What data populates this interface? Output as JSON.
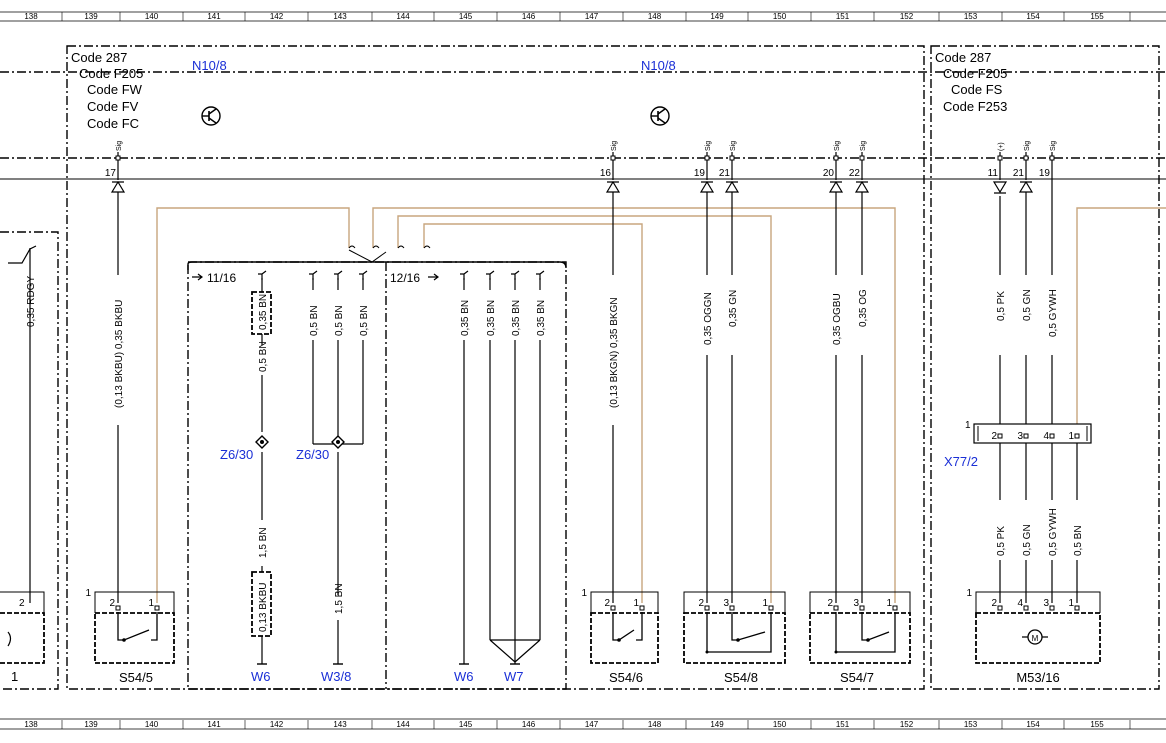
{
  "ruler": {
    "columns": [
      "138",
      "139",
      "140",
      "141",
      "142",
      "143",
      "144",
      "145",
      "146",
      "147",
      "148",
      "149",
      "150",
      "151",
      "152",
      "153",
      "154",
      "155"
    ]
  },
  "left_module": {
    "codes": [
      "Code 287",
      "Code F205",
      "Code FW",
      "Code FV",
      "Code FC"
    ],
    "label_left": "N10/8",
    "label_right": "N10/8"
  },
  "right_module": {
    "codes": [
      "Code 287",
      "Code F205",
      "Code FS",
      "Code F253"
    ]
  },
  "pins_top": {
    "p17": {
      "num": "17",
      "sig": "Sig"
    },
    "p16": {
      "num": "16",
      "sig": "Sig"
    },
    "p19": {
      "num": "19",
      "sig": "Sig"
    },
    "p21": {
      "num": "21",
      "sig": "Sig"
    },
    "p20": {
      "num": "20",
      "sig": "Sig"
    },
    "p22": {
      "num": "22",
      "sig": "Sig"
    },
    "p11r": {
      "num": "11",
      "sig": "(+)"
    },
    "p21r": {
      "num": "21",
      "sig": "Sig"
    },
    "p19r": {
      "num": "19",
      "sig": "Sig"
    }
  },
  "wires": {
    "rdgy": "0,35 RDGY",
    "bkbu": "(0,13 BKBU) 0,35 BKBU",
    "bkgn": "(0,13 BKGN) 0,35 BKGN",
    "oggn": "0,35 OGGN",
    "gn035": "0,35 GN",
    "ogbu": "0,35 OGBU",
    "og": "0,35 OG",
    "pk_top": "0,5 PK",
    "gn_top": "0,5 GN",
    "gywh_top": "0,5 GYWH",
    "pk_bot": "0,5 PK",
    "gn_bot": "0,5 GN",
    "gywh_bot": "0,5 GYWH",
    "bn_bot": "0,5 BN",
    "bn_box": "0,35 BN",
    "bn_05": "0,5 BN",
    "bn15a": "1,5 BN",
    "bkbu_box": "0,13 BKBU",
    "bn_a": "0,5 BN",
    "bn_b": "0,5 BN",
    "bn_c": "0,5 BN",
    "bn15b": "1,5 BN",
    "bn035_1": "0,35 BN",
    "bn035_2": "0,35 BN",
    "bn035_3": "0,35 BN",
    "bn035_4": "0,35 BN"
  },
  "ground_block": {
    "ref_left": "11/16",
    "ref_right": "12/16"
  },
  "nodes": {
    "z1": "Z6/30",
    "z2": "Z6/30"
  },
  "grounds": {
    "w6a": "W6",
    "w38": "W3/8",
    "w6b": "W6",
    "w7": "W7"
  },
  "connector": {
    "label": "X77/2",
    "one": "1",
    "pins": [
      "2",
      "3",
      "4",
      "1"
    ]
  },
  "components": {
    "s545": {
      "label": "S54/5",
      "one": "1",
      "pin_a": "2",
      "pin_b": "1"
    },
    "s546": {
      "label": "S54/6",
      "one": "1",
      "pin_a": "2",
      "pin_b": "1"
    },
    "s548": {
      "label": "S54/8",
      "one": "",
      "pin_a": "2",
      "pin_m": "3",
      "pin_b": "1"
    },
    "s547": {
      "label": "S54/7",
      "one": "",
      "pin_a": "2",
      "pin_m": "3",
      "pin_b": "1"
    },
    "m5316": {
      "label": "M53/16",
      "one": "1",
      "pins": [
        "2",
        "4",
        "3",
        "1"
      ]
    },
    "left_partial": {
      "pin": "2",
      "one": "1"
    }
  }
}
